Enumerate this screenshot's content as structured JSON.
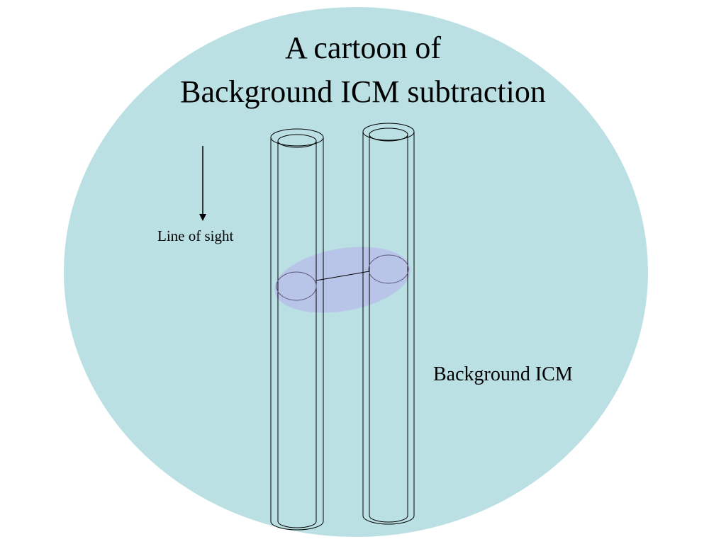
{
  "title": {
    "line1": "A cartoon of",
    "line2": "Background ICM subtraction"
  },
  "labels": {
    "line_of_sight": "Line of sight",
    "background_icm": "Background ICM"
  },
  "colors": {
    "background_icm_fill": "#bae0e3",
    "overlap_region_fill": "#b9c5e8",
    "tube_stroke": "#000000",
    "text": "#000000"
  }
}
